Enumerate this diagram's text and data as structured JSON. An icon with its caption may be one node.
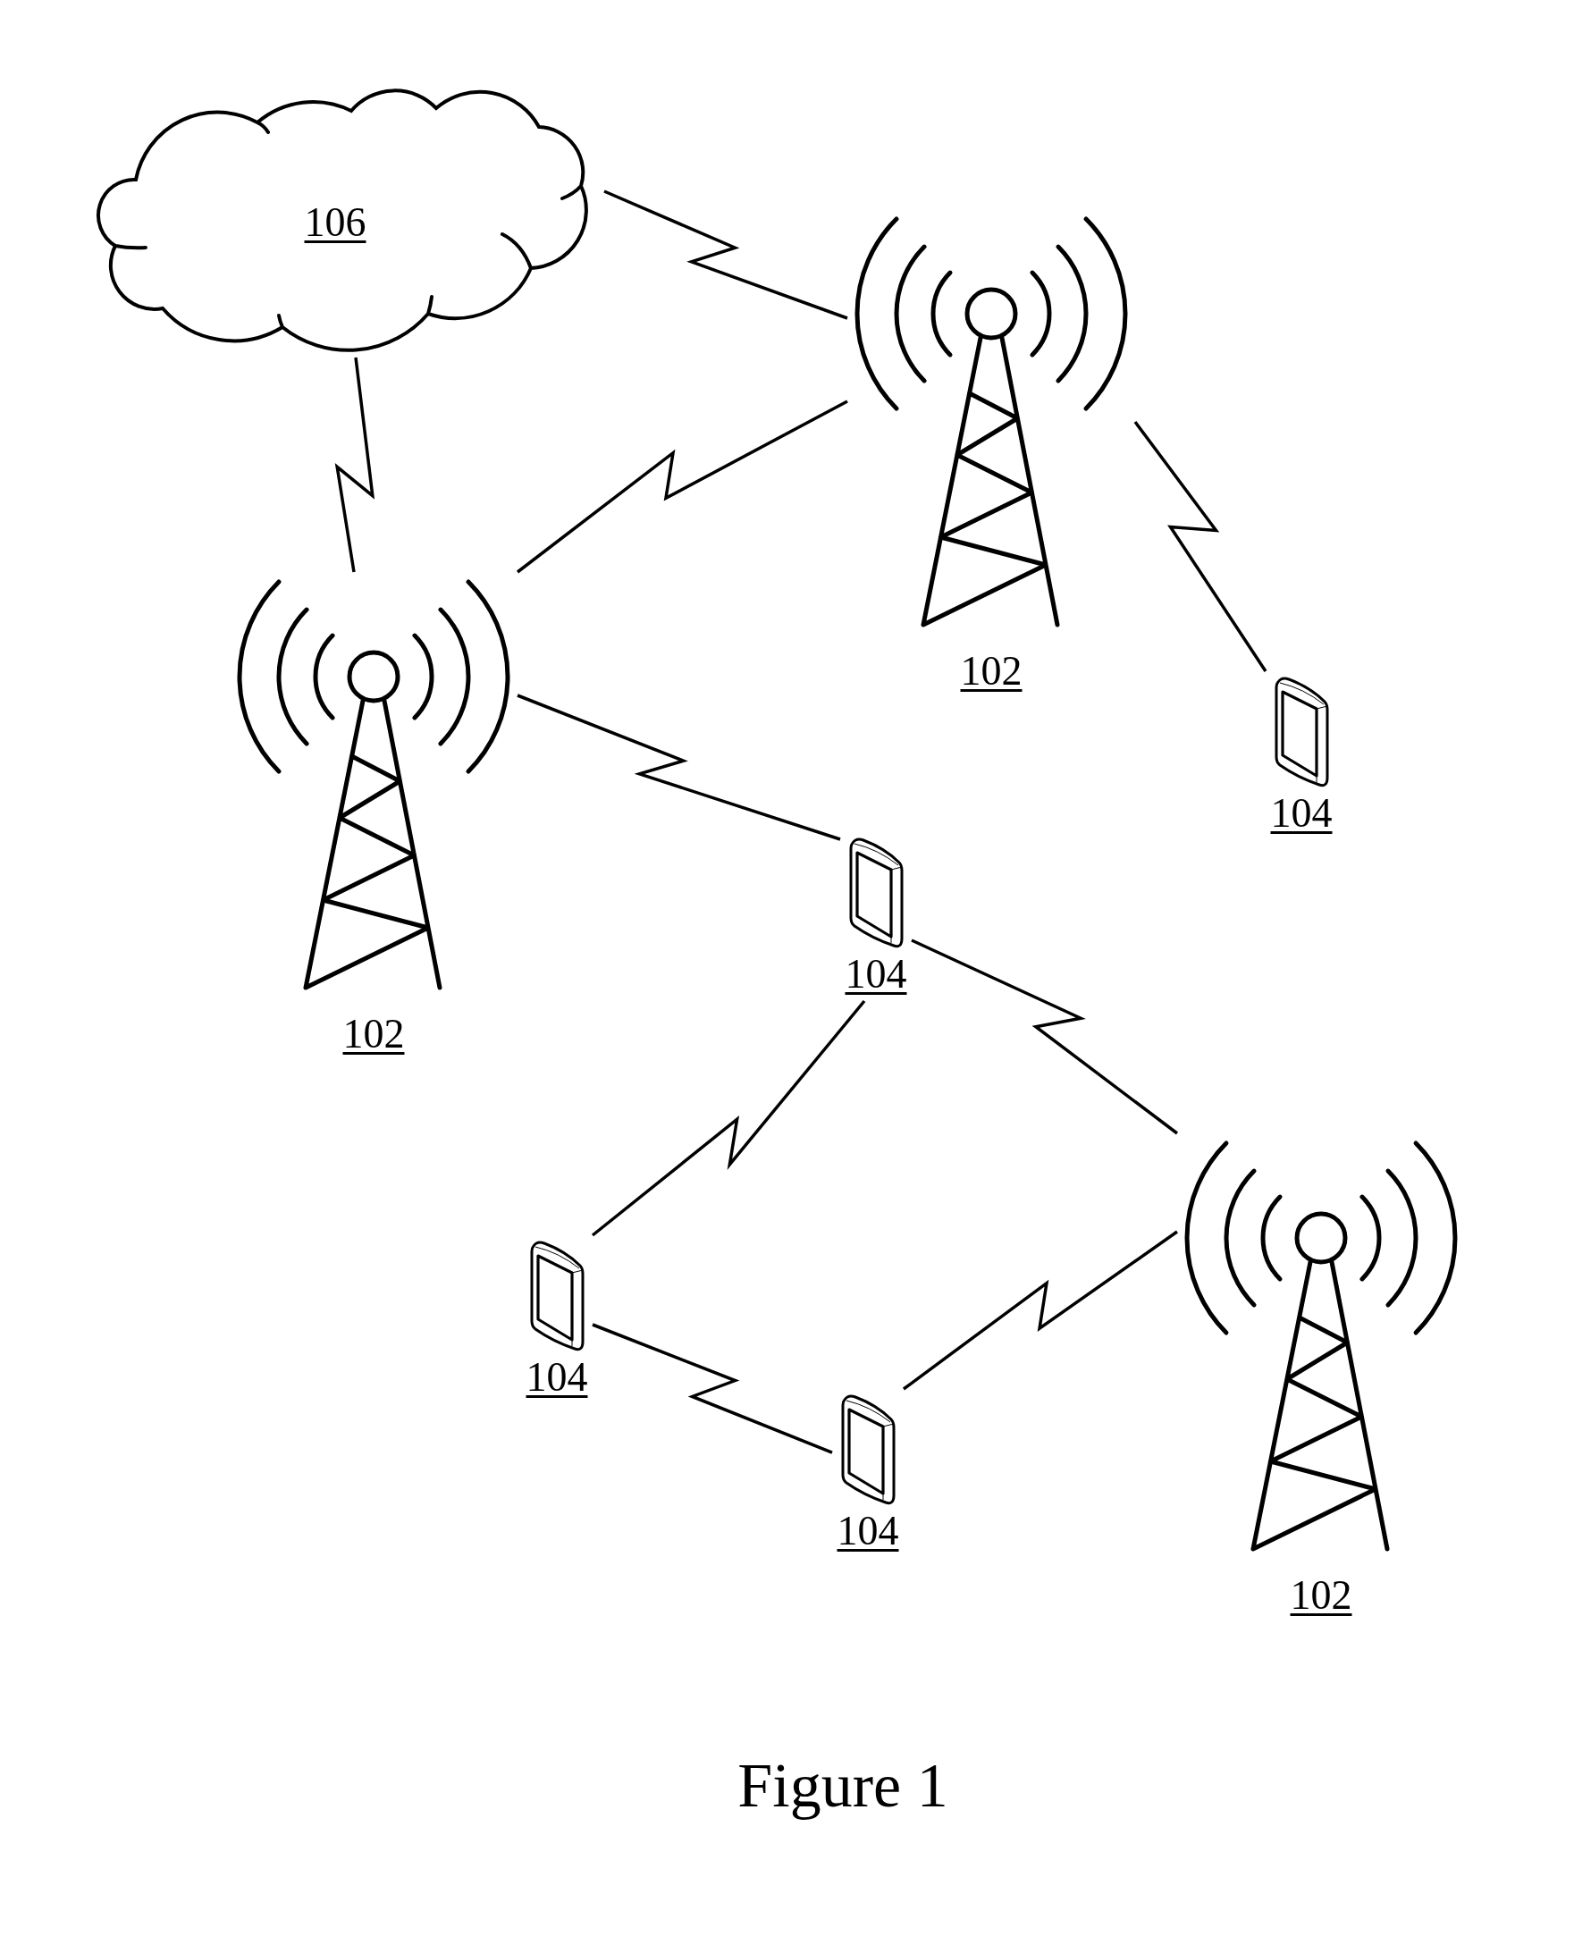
{
  "diagram": {
    "caption": "Figure 1",
    "nodes": [
      {
        "text": [
          "106"
        ]
      },
      {
        "text": [
          "102"
        ]
      },
      {
        "text": [
          "102"
        ]
      },
      {
        "text": [
          "104"
        ]
      },
      {
        "text": [
          "104"
        ]
      },
      {
        "text": [
          "102"
        ]
      },
      {
        "text": [
          "104"
        ]
      },
      {
        "text": [
          "104"
        ]
      }
    ],
    "edges": [
      {
        "from": 0,
        "to": 1,
        "arrow": "none"
      },
      {
        "from": 0,
        "to": 2,
        "arrow": "none"
      },
      {
        "from": 1,
        "to": 2,
        "arrow": "none"
      },
      {
        "from": 1,
        "to": 3,
        "arrow": "none"
      },
      {
        "from": 2,
        "to": 4,
        "arrow": "none"
      },
      {
        "from": 4,
        "to": 5,
        "arrow": "none"
      },
      {
        "from": 4,
        "to": 6,
        "arrow": "none"
      },
      {
        "from": 6,
        "to": 7,
        "arrow": "none"
      },
      {
        "from": 7,
        "to": 5,
        "arrow": "none"
      }
    ]
  }
}
